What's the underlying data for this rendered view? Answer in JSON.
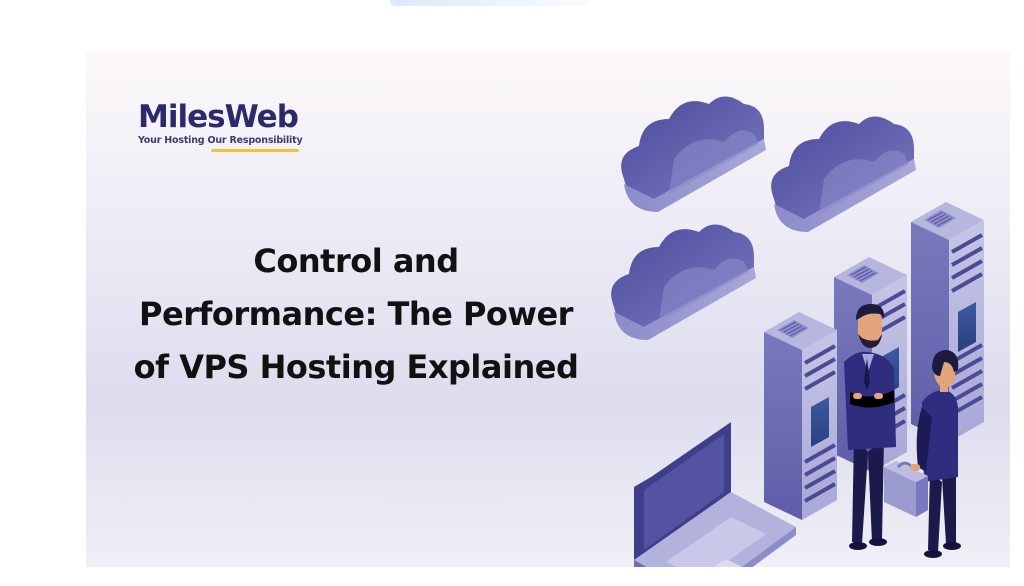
{
  "banner": {
    "logo": {
      "name": "MilesWeb",
      "tagline": "Your Hosting Our Responsibility",
      "colors": {
        "name": "#2d2a6b",
        "underline": "#f0c43a"
      }
    },
    "headline": {
      "line1": "Control and",
      "line2": "Performance: The Power",
      "line3": "of VPS Hosting Explained"
    },
    "illustration": {
      "description": "isometric clouds, server racks, laptop and two businessmen",
      "elements": [
        "cloud-icon",
        "cloud-icon",
        "cloud-icon",
        "server-rack-icon",
        "server-rack-icon",
        "server-rack-icon",
        "laptop-icon",
        "businessman-icon",
        "businessman-icon",
        "briefcase-icon"
      ],
      "colors": {
        "primary": "#5c5aa8",
        "light": "#8d8cc8",
        "dark": "#2b2a66"
      }
    }
  }
}
